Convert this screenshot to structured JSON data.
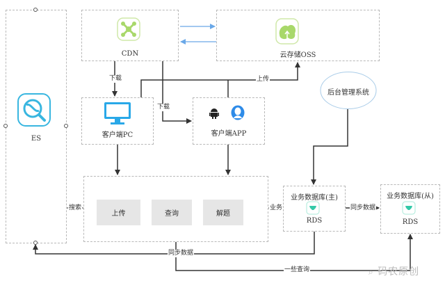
{
  "nodes": {
    "es": {
      "label": "ES"
    },
    "cdn": {
      "label": "CDN"
    },
    "oss": {
      "label": "云存储OSS"
    },
    "pc": {
      "label": "客户端PC"
    },
    "app": {
      "label": "客户端APP"
    },
    "admin": {
      "label": "后台管理系统"
    },
    "main_panel": {
      "buttons": [
        {
          "label": "上传"
        },
        {
          "label": "查询"
        },
        {
          "label": "解题"
        }
      ]
    },
    "db_master": {
      "title": "业务数据库(主)",
      "label": "RDS"
    },
    "db_slave": {
      "title": "业务数据库(从)",
      "label": "RDS"
    }
  },
  "edges": {
    "cdn_to_pc": "下载",
    "cdn_to_app": "下载",
    "to_oss": "上传",
    "search": "搜索",
    "business": "业务",
    "sync_master_slave": "同步数据",
    "sync_to_es": "同步数据",
    "some_queries": "一些查询"
  },
  "watermark": "码农原创",
  "colors": {
    "cdn_icon": "#a8d86a",
    "oss_icon": "#a8d86a",
    "es_icon": "#38b6e0",
    "pc_icon": "#29a8e8",
    "app_user_icon": "#2e8be8",
    "rds_icon": "#33c9a8",
    "cdn_oss_arrows": "#6aa8e8",
    "line": "#333333"
  }
}
